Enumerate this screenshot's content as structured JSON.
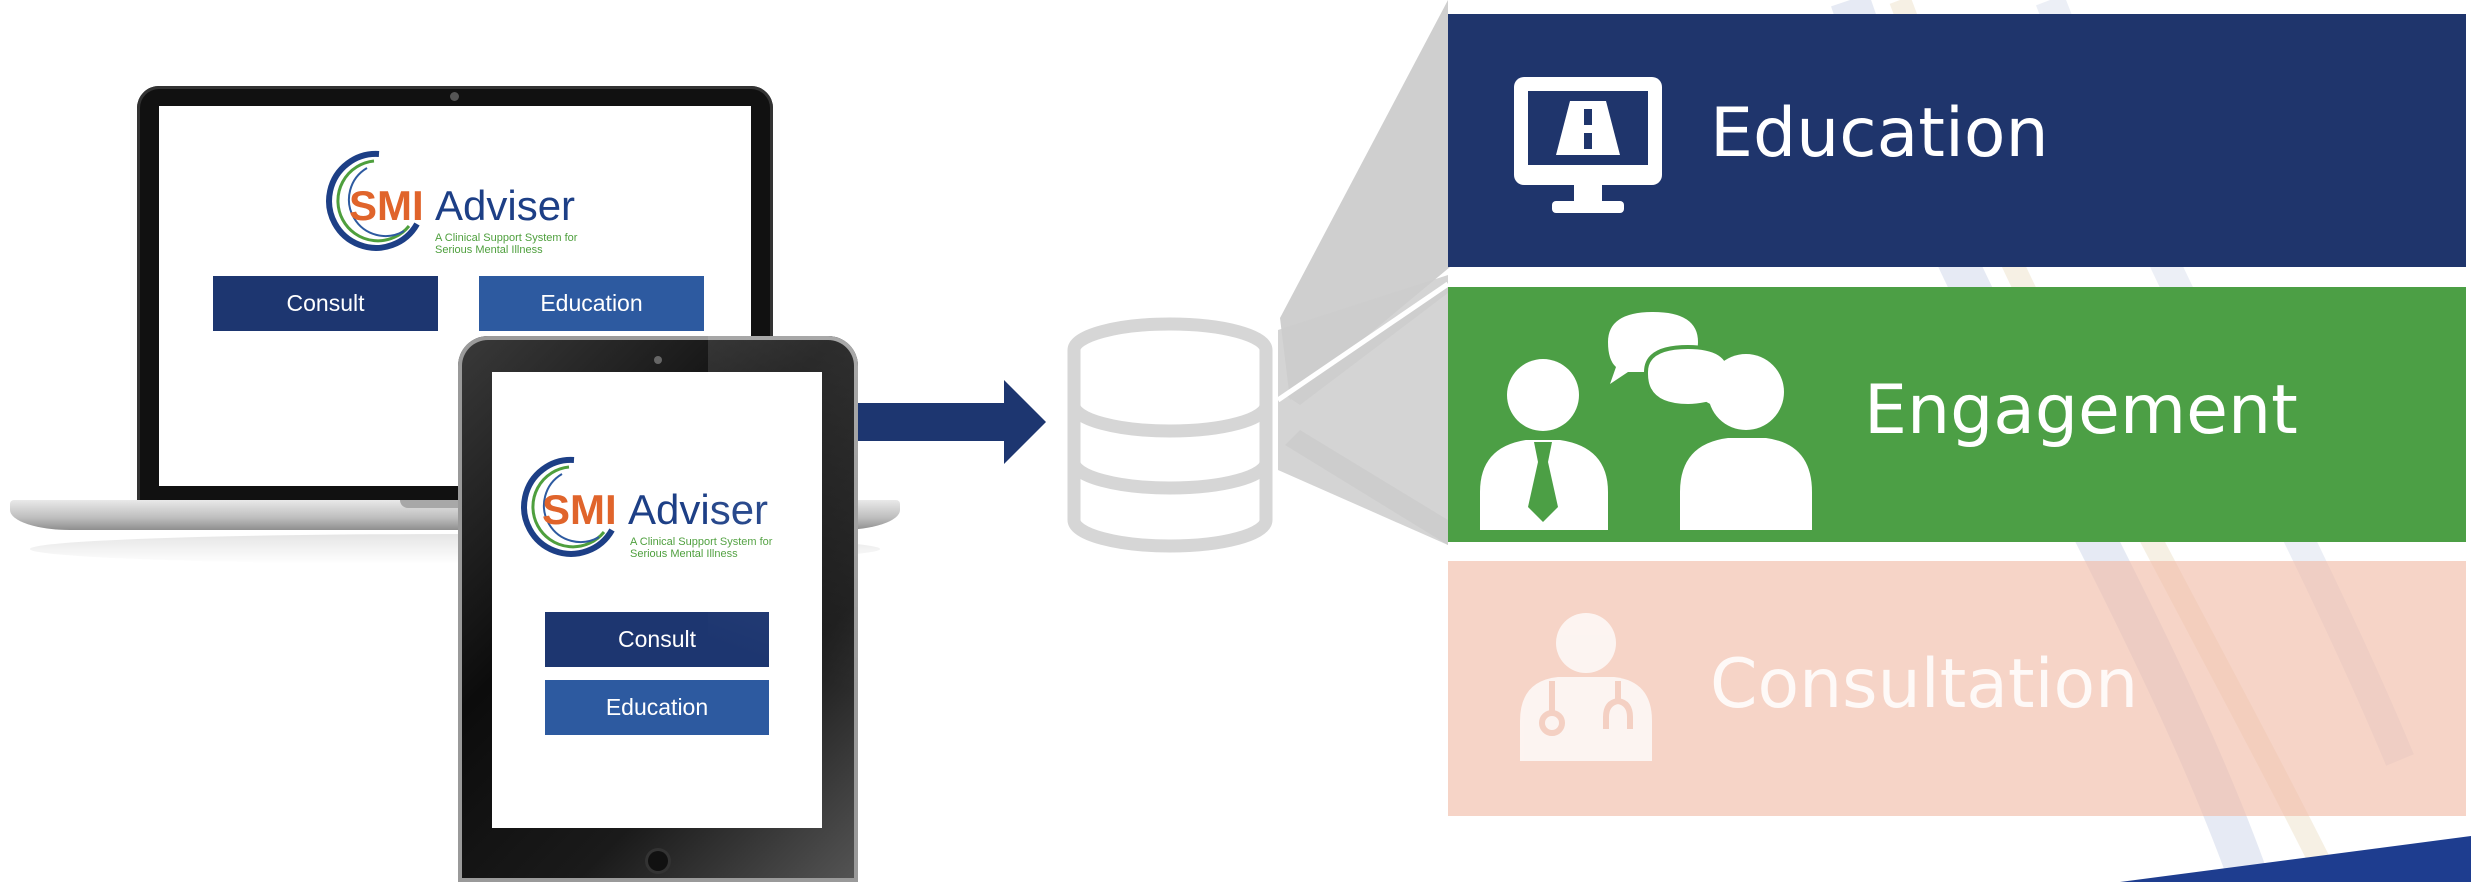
{
  "laptop_app": {
    "logo": {
      "brand_smi": "SMI",
      "brand_adviser": "Adviser",
      "tagline_line1": "A Clinical Support System for",
      "tagline_line2": "Serious Mental Illness"
    },
    "buttons": {
      "consult": "Consult",
      "education": "Education"
    }
  },
  "tablet_app": {
    "logo": {
      "brand_smi": "SMI",
      "brand_adviser": "Adviser",
      "tagline_line1": "A Clinical Support System for",
      "tagline_line2": "Serious Mental Illness"
    },
    "buttons": {
      "consult": "Consult",
      "education": "Education"
    }
  },
  "panels": {
    "education": {
      "label": "Education",
      "icon": "monitor-road-icon",
      "color": "#1f356c"
    },
    "engagement": {
      "label": "Engagement",
      "icon": "people-chat-icon",
      "color": "#4c9f45"
    },
    "consultation": {
      "label": "Consultation",
      "icon": "doctor-stethoscope-icon",
      "color": "#f1b9a5"
    }
  },
  "colors": {
    "navy": "#1d3670",
    "blue": "#2d5aa0",
    "smi_orange": "#e0642b",
    "tagline_green": "#4e9f3d",
    "connector_gray": "#c8c8c8"
  }
}
